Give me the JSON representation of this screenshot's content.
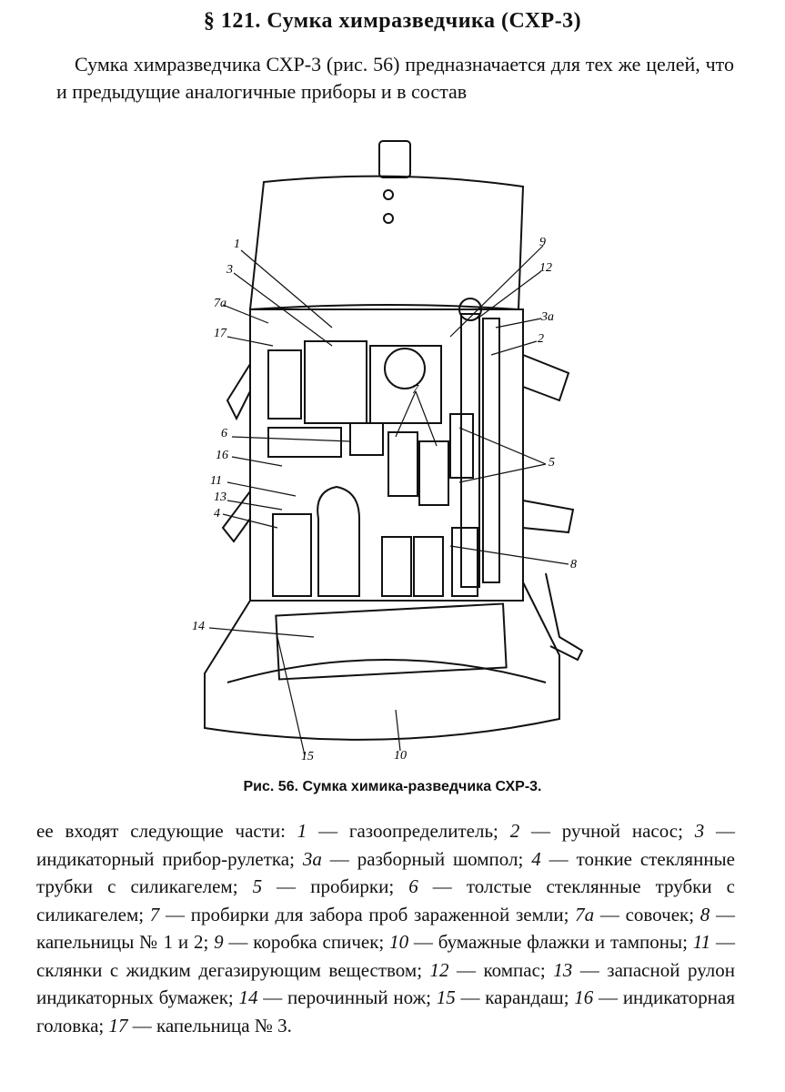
{
  "heading": "§ 121. Сумка химразведчика (СХР-3)",
  "intro": "Сумка химразведчика СХР-3 (рис. 56) предназначается для тех же целей, что и предыдущие аналогичные приборы и в состав",
  "figure": {
    "callouts": [
      "1",
      "3",
      "7а",
      "17",
      "6",
      "16",
      "11",
      "13",
      "4",
      "14",
      "15",
      "10",
      "9",
      "12",
      "3а",
      "2",
      "7",
      "5",
      "8"
    ]
  },
  "caption": "Рис. 56. Сумка химика-разведчика СХР-3.",
  "body": {
    "lead": "ее входят следующие части: ",
    "parts": [
      {
        "n": "1",
        "text": " — газоопределитель; "
      },
      {
        "n": "2",
        "text": " — ручной насос; "
      },
      {
        "n": "3",
        "text": " — индикаторный прибор-рулетка; "
      },
      {
        "n": "3а",
        "text": " — разборный шомпол; "
      },
      {
        "n": "4",
        "text": " — тонкие стеклянные трубки с силикагелем; "
      },
      {
        "n": "5",
        "text": " — пробирки; "
      },
      {
        "n": "6",
        "text": " — толстые стеклянные трубки с силикагелем; "
      },
      {
        "n": "7",
        "text": " — пробирки для забора проб зараженной земли; "
      },
      {
        "n": "7а",
        "text": " — совочек; "
      },
      {
        "n": "8",
        "text": " — капельницы № 1 и 2; "
      },
      {
        "n": "9",
        "text": " — коробка спичек; "
      },
      {
        "n": "10",
        "text": " — бумажные флажки и тампоны; "
      },
      {
        "n": "11",
        "text": " — склянки с жидким дегазирующим веществом; "
      },
      {
        "n": "12",
        "text": " — компас; "
      },
      {
        "n": "13",
        "text": " — запасной рулон индикаторных бумажек; "
      },
      {
        "n": "14",
        "text": " — перочинный нож; "
      },
      {
        "n": "15",
        "text": " — карандаш; "
      },
      {
        "n": "16",
        "text": " — индикаторная головка; "
      },
      {
        "n": "17",
        "text": " — капельница № 3."
      }
    ]
  }
}
